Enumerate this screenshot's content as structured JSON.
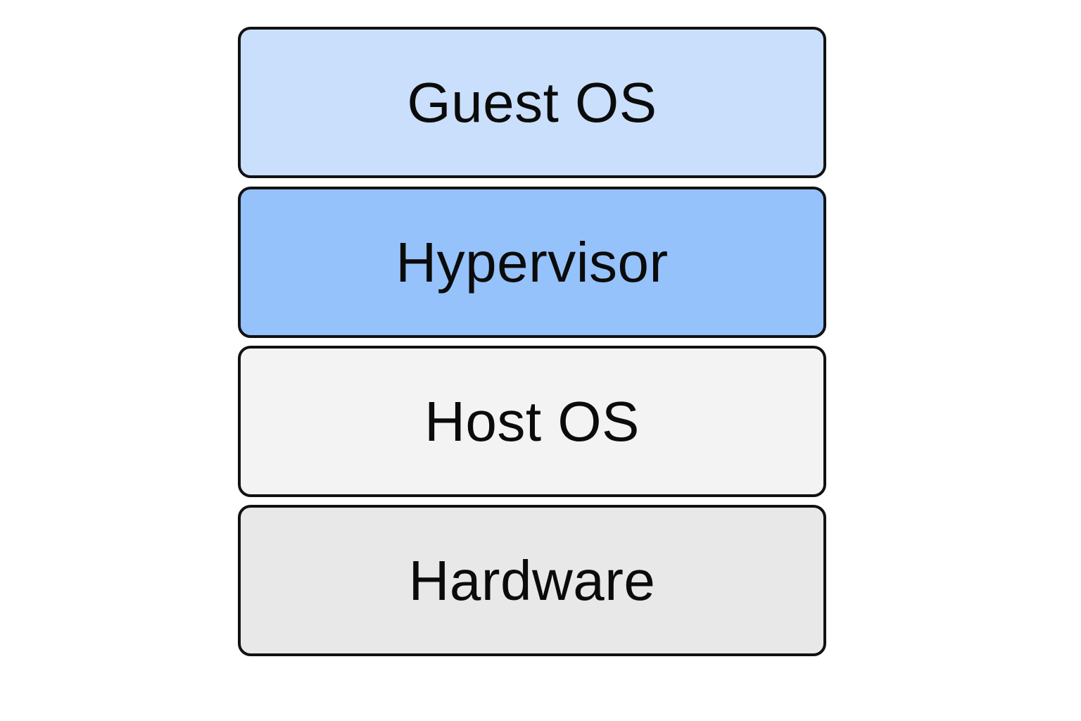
{
  "layers": [
    {
      "label": "Guest OS",
      "color": "#cadffc"
    },
    {
      "label": "Hypervisor",
      "color": "#95c2fb"
    },
    {
      "label": "Host OS",
      "color": "#f3f3f3"
    },
    {
      "label": "Hardware",
      "color": "#e8e8e8"
    }
  ],
  "colors": {
    "border": "#111111",
    "text": "#0b0b0b",
    "background": "#ffffff"
  }
}
